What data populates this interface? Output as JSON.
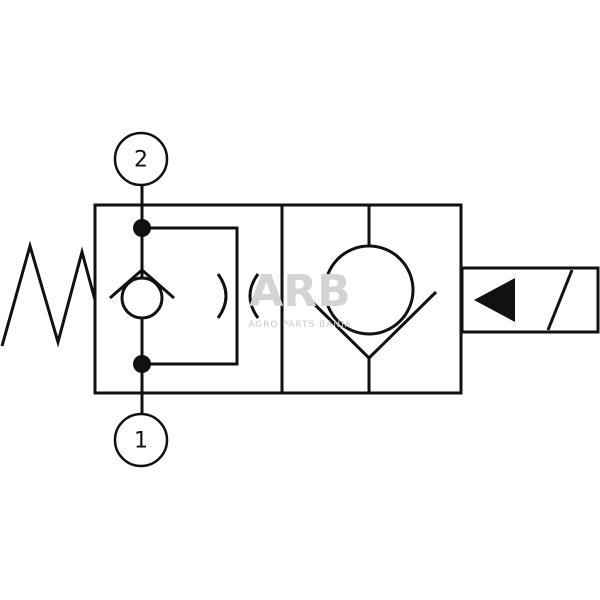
{
  "diagram": {
    "ports": [
      {
        "id": "port-2",
        "label": "2"
      },
      {
        "id": "port-1",
        "label": "1"
      }
    ],
    "watermark": {
      "brand": "ARB",
      "tagline": "AGRO PARTS BANJA"
    },
    "colors": {
      "line": "#111111",
      "watermark": "#d4d4d4",
      "background": "#ffffff"
    }
  }
}
